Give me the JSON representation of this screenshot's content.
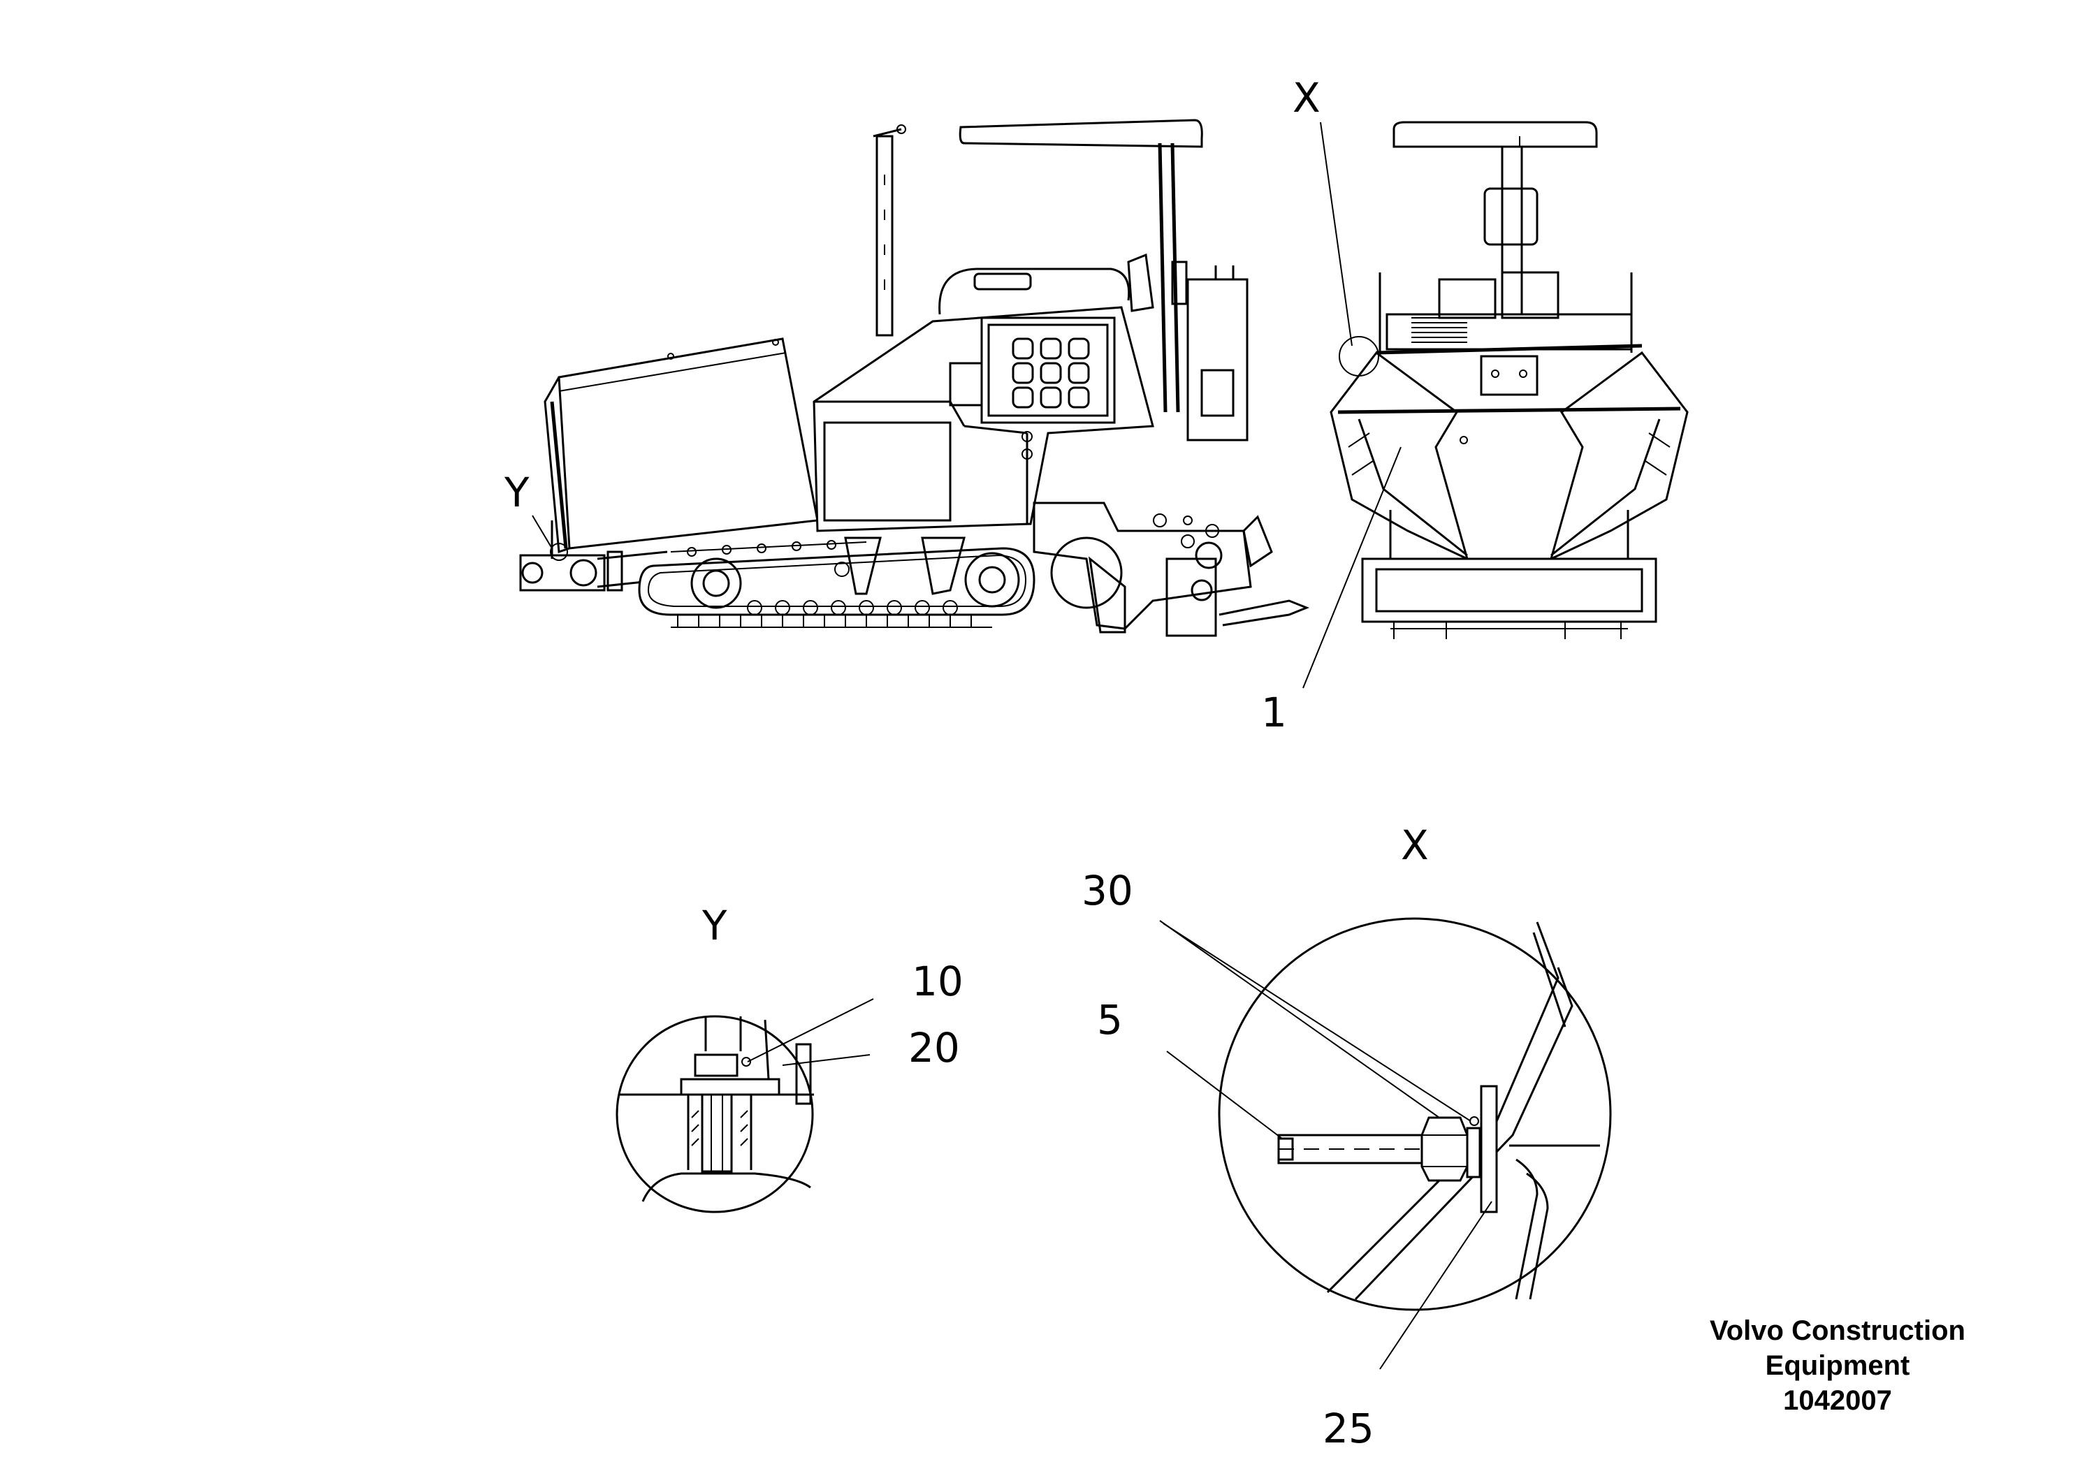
{
  "diagram": {
    "callouts": {
      "x_top": "X",
      "y_side": "Y",
      "item_1": "1",
      "detail_x": "X",
      "detail_y": "Y",
      "item_30": "30",
      "item_5": "5",
      "item_10": "10",
      "item_20": "20",
      "item_25": "25"
    }
  },
  "caption": {
    "line1": "Volvo Construction",
    "line2": "Equipment",
    "line3": "1042007"
  }
}
